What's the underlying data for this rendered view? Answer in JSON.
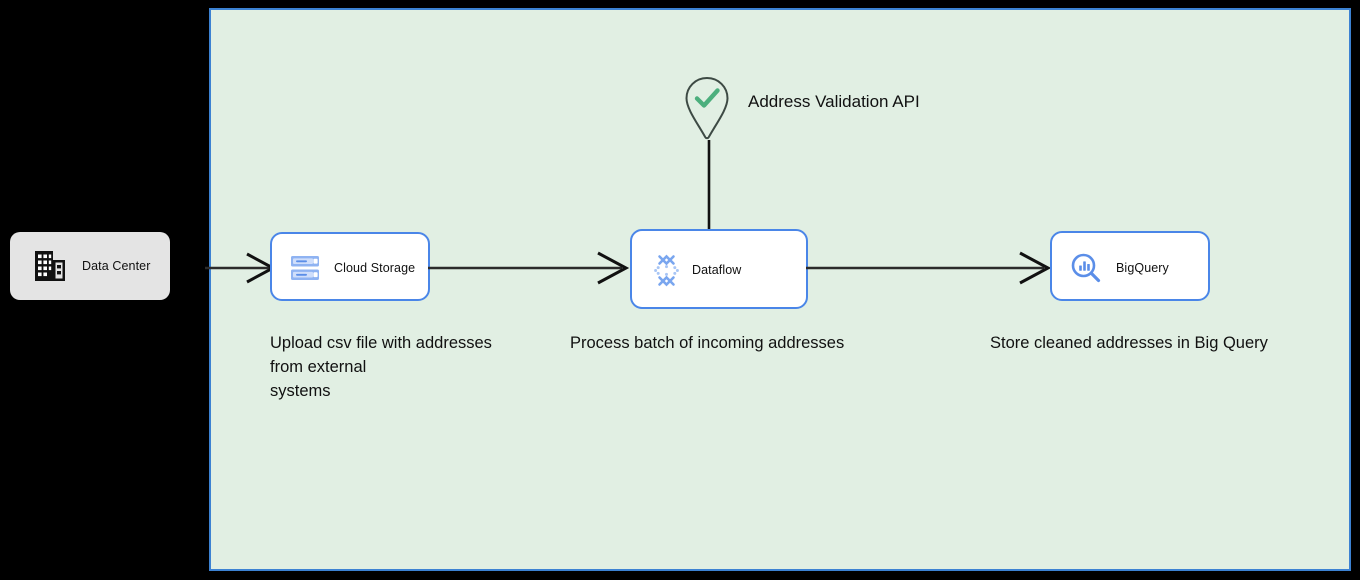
{
  "diagram": {
    "container": {
      "name": "cloud-project-boundary",
      "fill_color": "#e1efe3",
      "border_color": "#3c82d2"
    },
    "external": {
      "datacenter": {
        "label": "Data Center",
        "icon": "building-icon",
        "fill_color": "#e4e4e4"
      }
    },
    "nodes": [
      {
        "id": "cloud-storage",
        "label": "Cloud Storage",
        "icon": "cloud-storage-icon",
        "border_color": "#4a86e8",
        "caption": "Upload csv file with addresses\nfrom external\nsystems"
      },
      {
        "id": "dataflow",
        "label": "Dataflow",
        "icon": "dataflow-icon",
        "border_color": "#4a86e8",
        "caption": "Process batch of incoming addresses"
      },
      {
        "id": "bigquery",
        "label": "BigQuery",
        "icon": "bigquery-icon",
        "border_color": "#4a86e8",
        "caption": "Store cleaned addresses in Big Query"
      }
    ],
    "service_pin": {
      "id": "address-validation-api",
      "label": "Address Validation\nAPI",
      "icon": "map-pin-check-icon",
      "check_color": "#4caf7d",
      "outline_color": "#3d4a44"
    },
    "connectors": [
      {
        "id": "datacenter-to-cloud-storage",
        "from": "Data Center",
        "to": "Cloud Storage",
        "arrow": "open"
      },
      {
        "id": "cloud-storage-to-dataflow",
        "from": "Cloud Storage",
        "to": "Dataflow",
        "arrow": "open"
      },
      {
        "id": "dataflow-to-bigquery",
        "from": "Dataflow",
        "to": "BigQuery",
        "arrow": "open"
      },
      {
        "id": "api-to-dataflow",
        "from": "Address Validation API",
        "to": "Dataflow",
        "arrow": "none"
      }
    ]
  }
}
